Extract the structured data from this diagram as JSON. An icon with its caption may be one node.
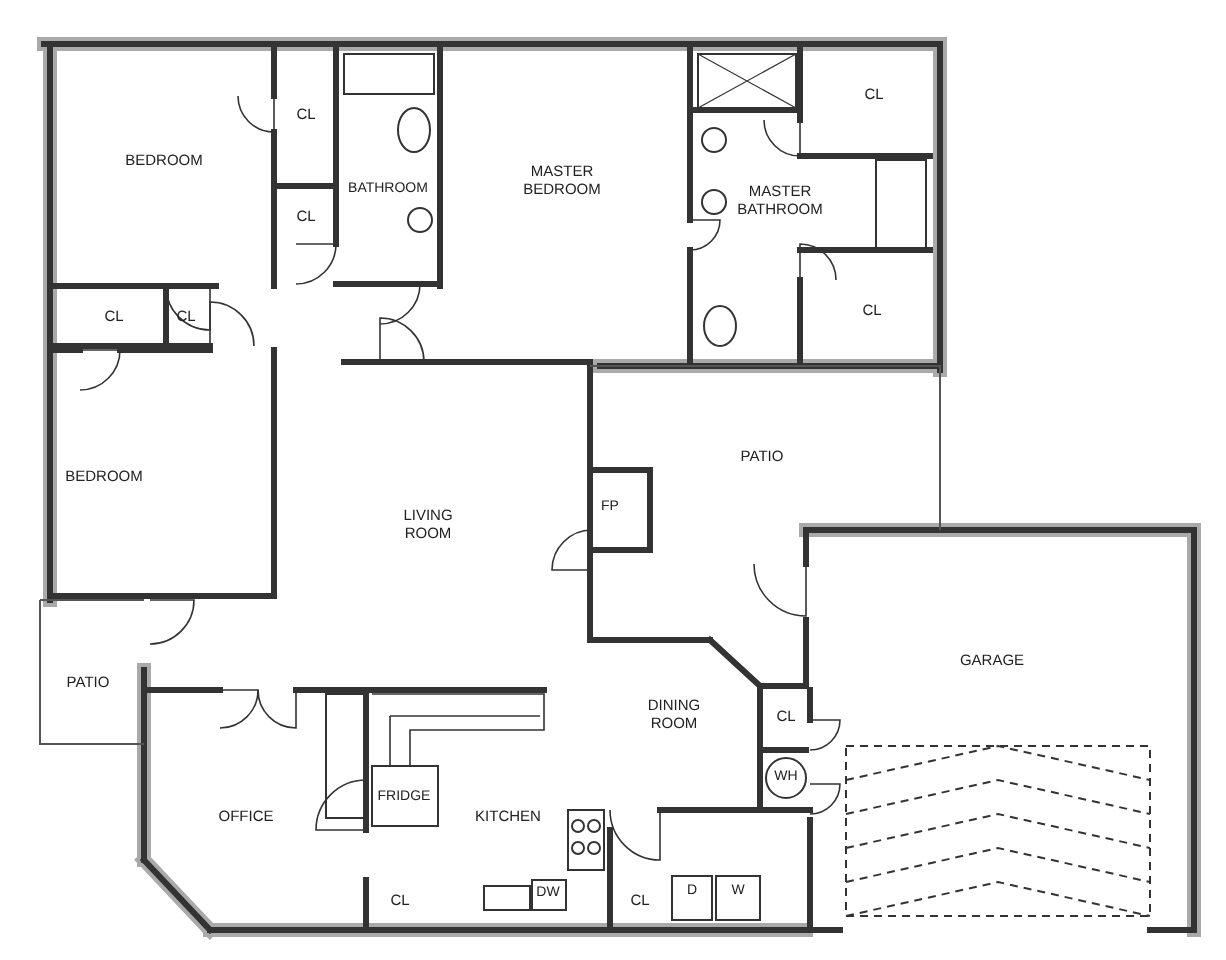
{
  "diagram": {
    "labels": [
      "BEDROOM",
      "CL",
      "CL",
      "MASTER BEDROOM",
      "BATHROOM",
      "CL",
      "MASTER BATHROOM",
      "CL",
      "CL",
      "CL",
      "BEDROOM",
      "PATIO",
      "LIVING ROOM",
      "FP",
      "GARAGE",
      "PATIO",
      "DINING ROOM",
      "CL",
      "WH",
      "OFFICE",
      "FRIDGE",
      "KITCHEN",
      "DW",
      "D",
      "W",
      "CL",
      "CL"
    ]
  }
}
